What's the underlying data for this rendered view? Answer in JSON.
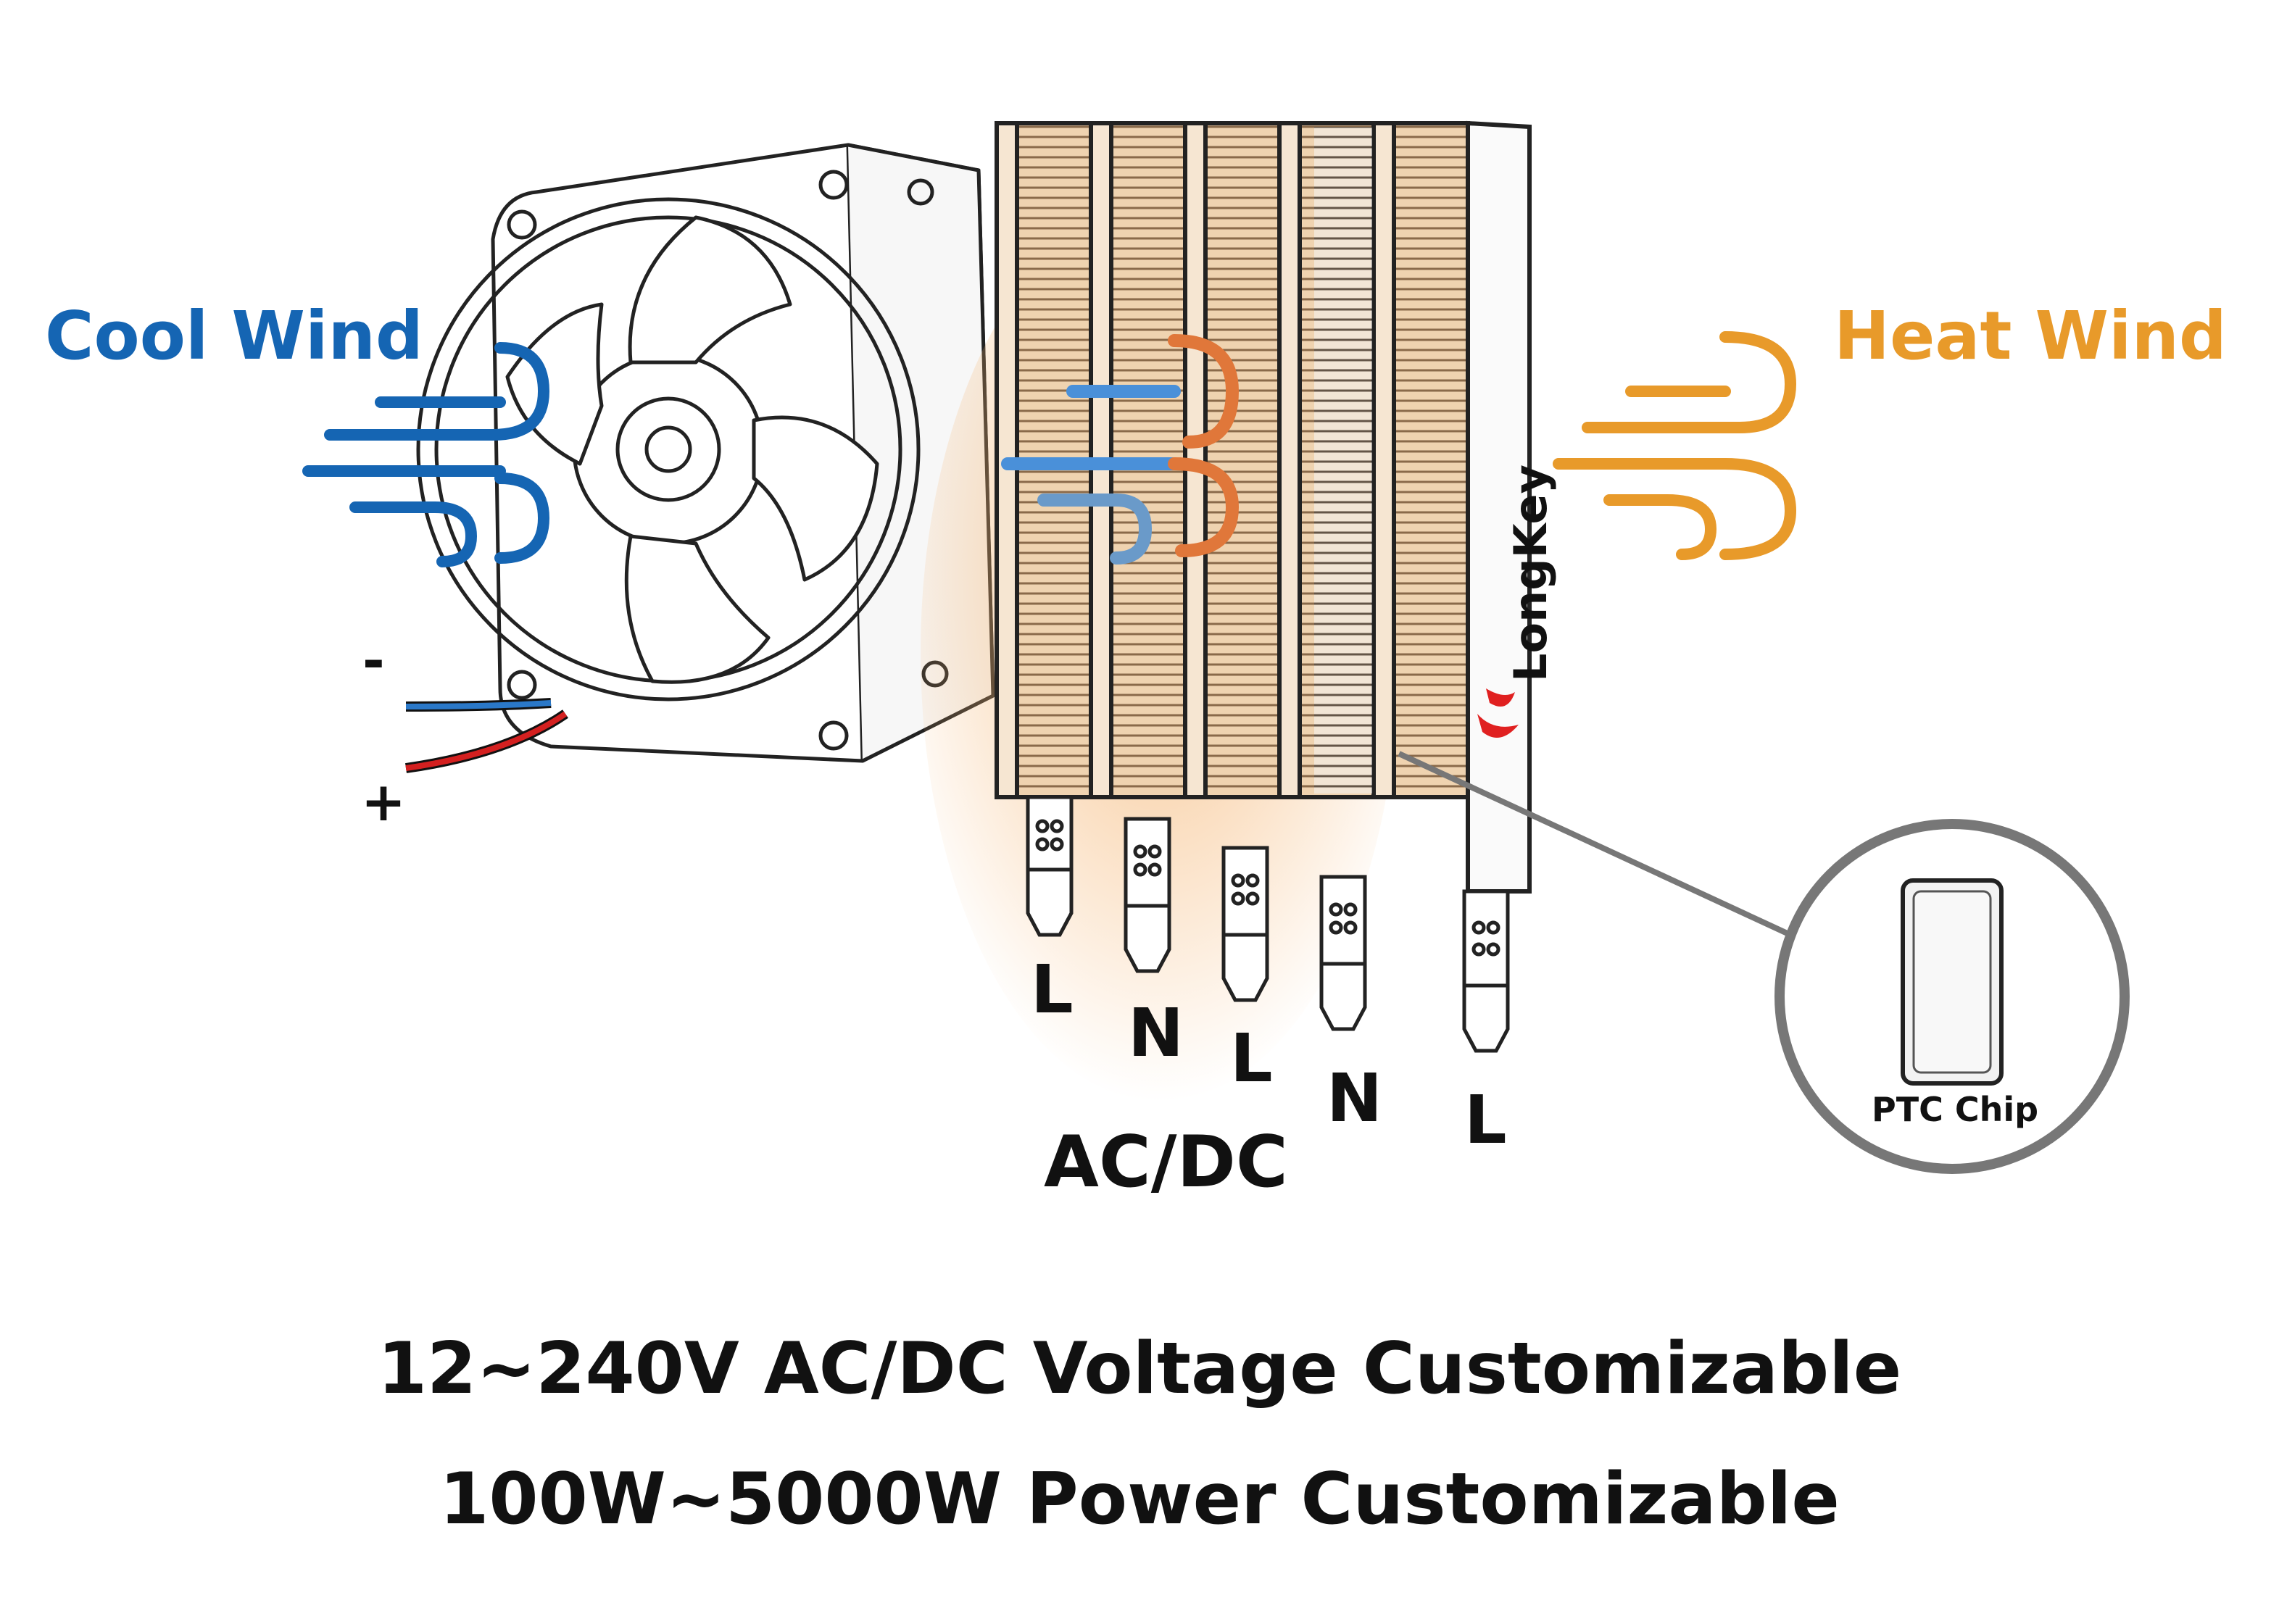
{
  "labels": {
    "cool_wind": "Cool Wind",
    "heat_wind": "Heat Wind",
    "minus": "-",
    "plus": "+",
    "brand": "LongKey",
    "ptc_chip": "PTC Chip",
    "ac_dc": "AC/DC"
  },
  "terminals": [
    "L",
    "N",
    "L",
    "N",
    "L"
  ],
  "specs": {
    "voltage": "12~240V AC/DC Voltage Customizable",
    "power": "100W~5000W Power Customizable"
  },
  "colors": {
    "cool": "#1565b3",
    "heat": "#e89a2a",
    "text": "#111111",
    "brand_red": "#e02020",
    "copper": "#d9a876",
    "wire_red": "#d42020",
    "wire_blue": "#2a78c8"
  },
  "icons": [
    "fan-icon",
    "heater-icon",
    "ptc-chip-icon",
    "cool-wind-arrows-icon",
    "heat-wind-arrows-icon",
    "brand-logo-icon"
  ]
}
